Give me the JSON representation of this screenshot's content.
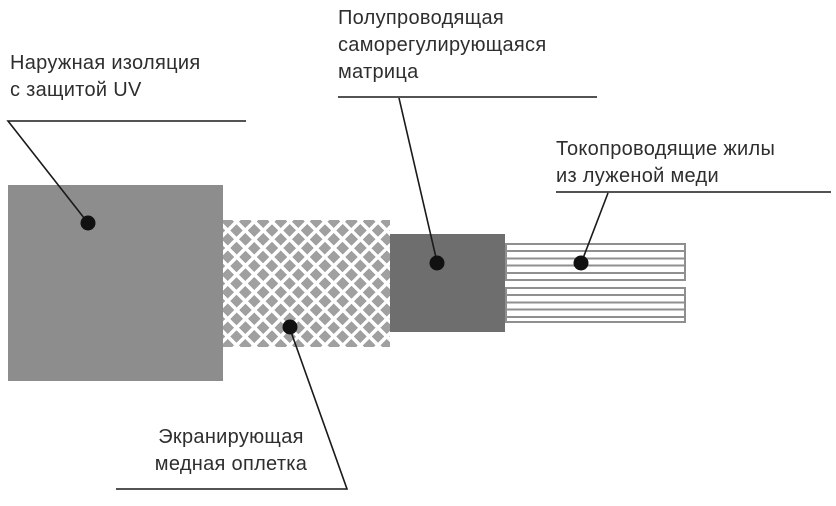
{
  "labels": {
    "outer_insulation": {
      "line1": "Наружная изоляция",
      "line2": "с защитой UV"
    },
    "matrix": {
      "line1": "Полупроводящая",
      "line2": "саморегулирующаяся",
      "line3": "матрица"
    },
    "conductors": {
      "line1": "Токопроводящие жилы",
      "line2": "из луженой меди"
    },
    "braid": {
      "line1": "Экранирующая",
      "line2": "медная оплетка"
    }
  },
  "colors": {
    "outer_insulation": "#8d8d8d",
    "matrix": "#6e6e6e",
    "braid_base": "#a0a0a0",
    "braid_line": "#ffffff",
    "wire_line": "#8f8f8f",
    "leader_line": "#1a1a1a",
    "dot": "#111111",
    "text": "#2e2e2e",
    "background": "#ffffff"
  }
}
